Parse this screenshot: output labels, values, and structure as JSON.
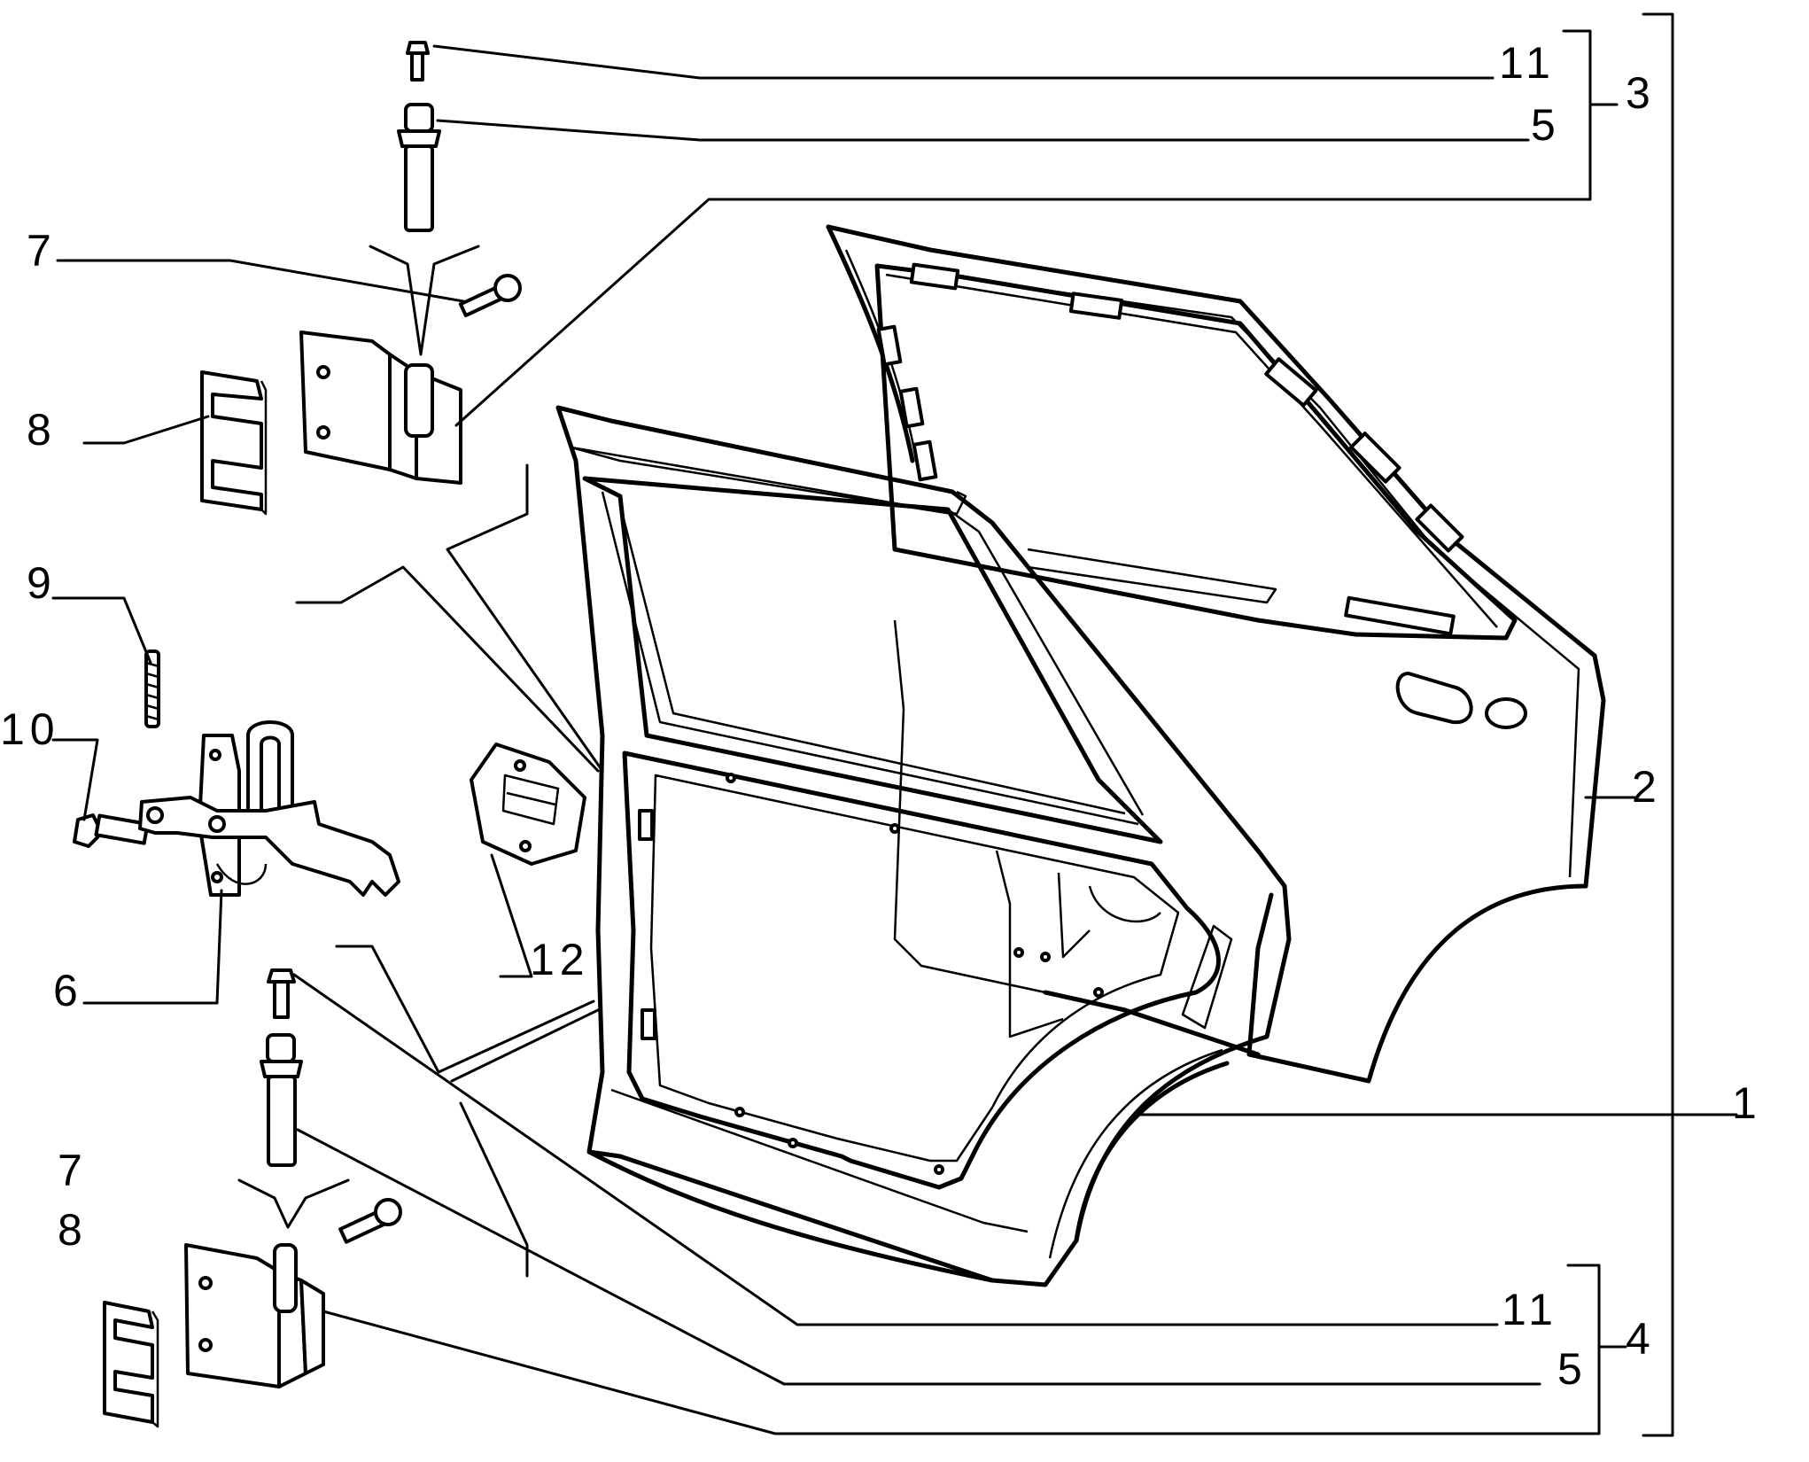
{
  "callouts": {
    "c11_top": "11",
    "c5_top": "5",
    "c3": "3",
    "c7_top": "7",
    "c8_top": "8",
    "c9": "9",
    "c10": "10",
    "c2": "2",
    "c6": "6",
    "c12": "12",
    "c1": "1",
    "c7_bottom": "7",
    "c8_bottom": "8",
    "c11_bottom": "11",
    "c5_bottom": "5",
    "c4": "4"
  }
}
